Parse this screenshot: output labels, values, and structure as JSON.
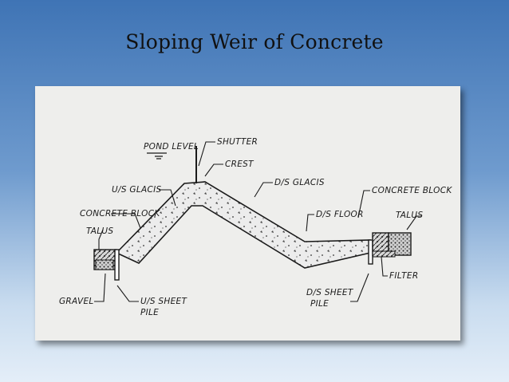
{
  "slide": {
    "title": "Sloping Weir of Concrete"
  },
  "diagram": {
    "labels": {
      "pond_level": "POND LEVEL",
      "shutter": "SHUTTER",
      "crest": "CREST",
      "us_glacis": "U/S GLACIS",
      "ds_glacis": "D/S GLACIS",
      "concrete_block_left": "CONCRETE BLOCK",
      "concrete_block_right": "CONCRETE BLOCK",
      "talus_left": "TALUS",
      "talus_right": "TALUS",
      "ds_floor": "D/S FLOOR",
      "gravel": "GRAVEL",
      "us_sheet_pile_1": "U/S SHEET",
      "us_sheet_pile_2": "PILE",
      "ds_sheet_pile_1": "D/S SHEET",
      "ds_sheet_pile_2": "PILE",
      "filter": "FILTER"
    }
  }
}
